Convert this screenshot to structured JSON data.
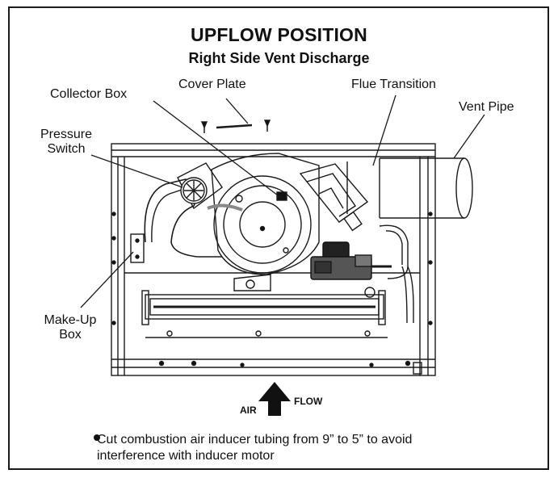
{
  "title": "UPFLOW POSITION",
  "subtitle": "Right Side Vent Discharge",
  "labels": {
    "cover_plate": "Cover Plate",
    "flue_transition": "Flue Transition",
    "collector_box": "Collector Box",
    "vent_pipe": "Vent Pipe",
    "pressure_switch_line1": "Pressure",
    "pressure_switch_line2": "Switch",
    "make_up_box_line1": "Make-Up",
    "make_up_box_line2": "Box"
  },
  "airflow": {
    "left": "AIR",
    "right": "FLOW"
  },
  "note": {
    "line1": "Cut combustion air inducer tubing from 9” to 5” to avoid",
    "line2": "interference with inducer motor"
  }
}
